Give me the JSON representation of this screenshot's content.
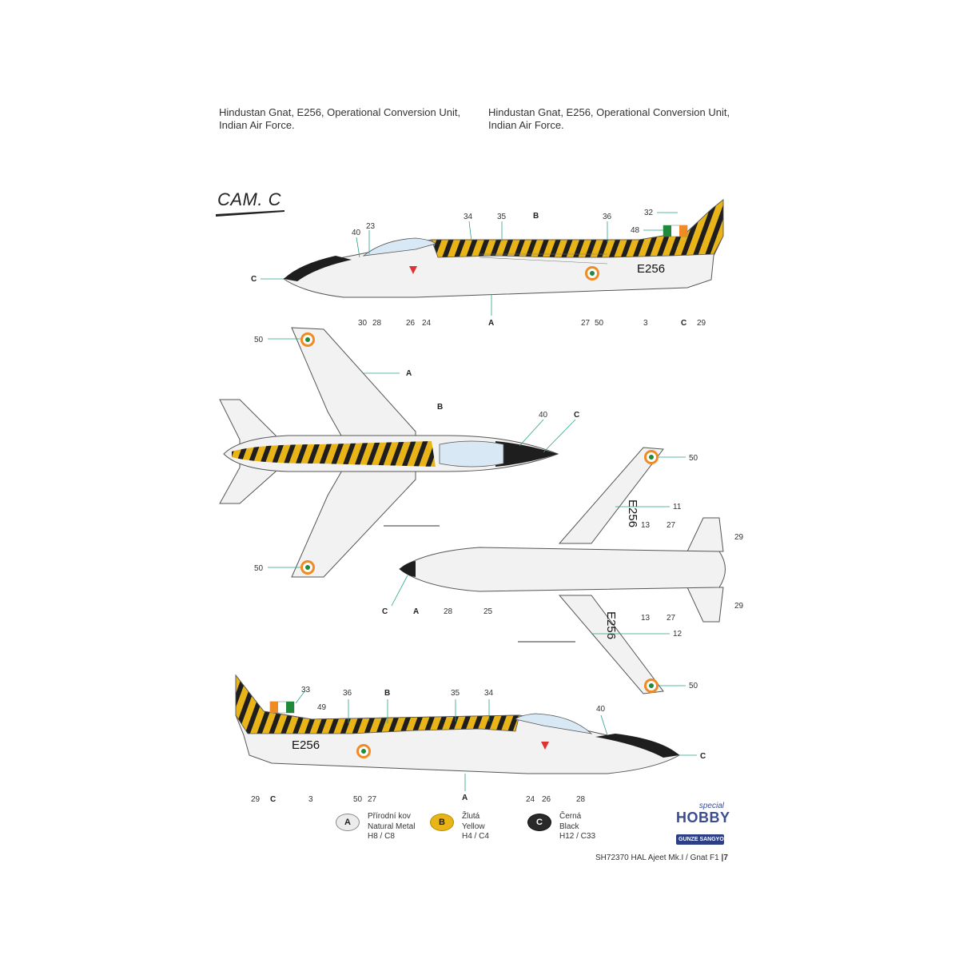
{
  "captions": {
    "left": {
      "line1": "Hindustan Gnat, E256, Operational Conversion Unit,",
      "line2": "Indian Air Force."
    },
    "right": {
      "line1": "Hindustan Gnat, E256, Operational Conversion Unit,",
      "line2": "Indian Air Force."
    }
  },
  "scheme_label": "CAM. C",
  "serial": "E256",
  "callouts": {
    "side_top": [
      "40",
      "23",
      "34",
      "35",
      "B",
      "36",
      "32",
      "48",
      "C",
      "30",
      "28",
      "26",
      "24",
      "A",
      "27",
      "50",
      "3",
      "C",
      "29"
    ],
    "plan_top": [
      "50",
      "A",
      "B",
      "40",
      "C",
      "50"
    ],
    "plan_bottom": [
      "50",
      "11",
      "13",
      "27",
      "29",
      "C",
      "A",
      "28",
      "25",
      "13",
      "27",
      "29",
      "12",
      "50"
    ],
    "side_bottom": [
      "33",
      "49",
      "36",
      "B",
      "35",
      "34",
      "40",
      "C",
      "29",
      "C",
      "3",
      "50",
      "27",
      "A",
      "24",
      "26",
      "28"
    ]
  },
  "legend": [
    {
      "code": "A",
      "name_cz": "Přírodní kov",
      "name_en": "Natural Metal",
      "paint": "H8 / C8",
      "color": "#ececec",
      "text_color": "#222"
    },
    {
      "code": "B",
      "name_cz": "Žlutá",
      "name_en": "Yellow",
      "paint": "H4 / C4",
      "color": "#e8b418",
      "text_color": "#222"
    },
    {
      "code": "C",
      "name_cz": "Černá",
      "name_en": "Black",
      "paint": "H12 / C33",
      "color": "#2a2a2a",
      "text_color": "#ffffff"
    }
  ],
  "footer": {
    "code": "SH72370",
    "title": "HAL Ajeet Mk.I / Gnat F1",
    "page": "7"
  },
  "logo": {
    "top": "special",
    "main": "HOBBY",
    "sub": "GUNZE SANGYO"
  },
  "colors": {
    "yellow": "#e8b418",
    "black": "#1e1e1e",
    "metal": "#f2f2f2",
    "leader": "#2aa189",
    "saffron": "#f08a24",
    "green": "#1f8a3a"
  }
}
